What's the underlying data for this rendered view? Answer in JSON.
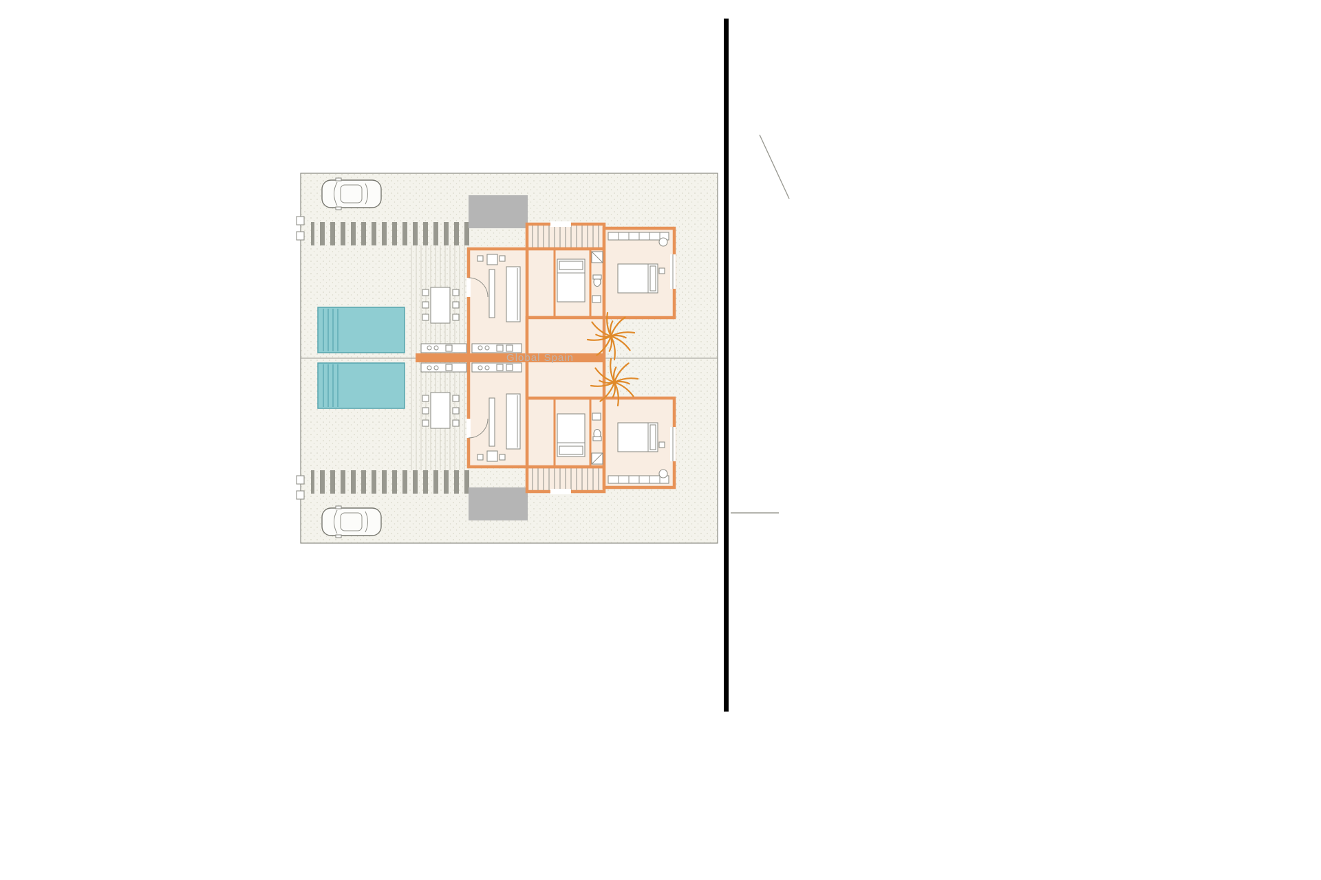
{
  "watermark": "Global Spain",
  "plan_summary": {
    "villa_units": 2,
    "swimming_pools": 2,
    "parked_cars": 2,
    "palm_trees": 2,
    "outdoor_dining_sets": 2
  },
  "colors": {
    "background": "#ffffff",
    "plot_fill": "#f4f3ec",
    "plot_border": "#8a8a82",
    "stipple_dot": "#d9d7c9",
    "hatch_stripe": "#98988f",
    "deck_line": "#d3d2c6",
    "pool_fill": "#8fcdd2",
    "pool_line": "#56a4ad",
    "wall_orange": "#e79257",
    "room_fill": "#f9ede2",
    "furniture_line": "#8f8f88",
    "gray_block": "#b5b5b5",
    "palm": "#e08a2a",
    "road_line": "#000000",
    "watermark_color": "#b9b9b9"
  }
}
